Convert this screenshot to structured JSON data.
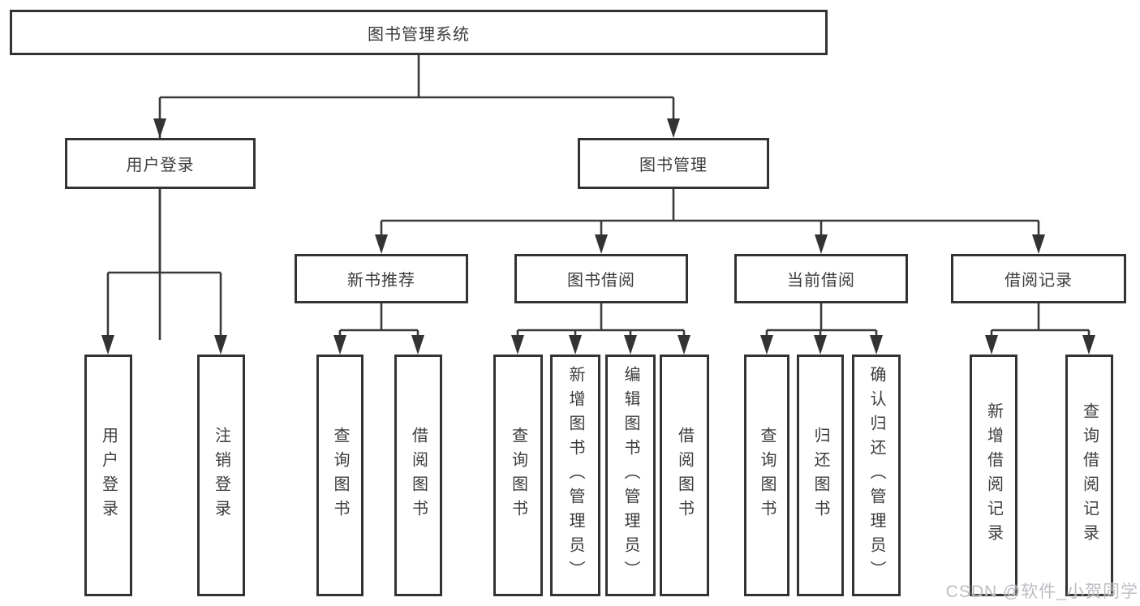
{
  "diagram": {
    "title": "图书管理系统",
    "watermark": "CSDN @软件_小贺同学",
    "colors": {
      "line": "#3a3a3a",
      "box_border": "#333333",
      "text": "#3c3c3c",
      "background": "#ffffff",
      "watermark": "#b2b2b8"
    },
    "nodes": {
      "root": {
        "label": "图书管理系统"
      },
      "user_login": {
        "label": "用户登录"
      },
      "book_mgmt": {
        "label": "图书管理"
      },
      "new_book_rec": {
        "label": "新书推荐"
      },
      "book_borrow": {
        "label": "图书借阅"
      },
      "current_borrow": {
        "label": "当前借阅"
      },
      "borrow_records": {
        "label": "借阅记录"
      },
      "uleaf_login": {
        "label": "用户登录"
      },
      "uleaf_logout": {
        "label": "注销登录"
      },
      "rec_query_book": {
        "label": "查询图书"
      },
      "rec_borrow_book": {
        "label": "借阅图书"
      },
      "bor_query_book": {
        "label": "查询图书"
      },
      "bor_add_book": {
        "label": "新增图书（管理员）"
      },
      "bor_edit_book": {
        "label": "编辑图书（管理员）"
      },
      "bor_borrow_book": {
        "label": "借阅图书"
      },
      "cur_query_book": {
        "label": "查询图书"
      },
      "cur_return_book": {
        "label": "归还图书"
      },
      "cur_confirm_return": {
        "label": "确认归还（管理员）"
      },
      "log_add_record": {
        "label": "新增借阅记录"
      },
      "log_query_record": {
        "label": "查询借阅记录"
      }
    },
    "hierarchy": {
      "图书管理系统": {
        "用户登录": [
          "用户登录",
          "注销登录"
        ],
        "图书管理": {
          "新书推荐": [
            "查询图书",
            "借阅图书"
          ],
          "图书借阅": [
            "查询图书",
            "新增图书（管理员）",
            "编辑图书（管理员）",
            "借阅图书"
          ],
          "当前借阅": [
            "查询图书",
            "归还图书",
            "确认归还（管理员）"
          ],
          "借阅记录": [
            "新增借阅记录",
            "查询借阅记录"
          ]
        }
      }
    }
  }
}
